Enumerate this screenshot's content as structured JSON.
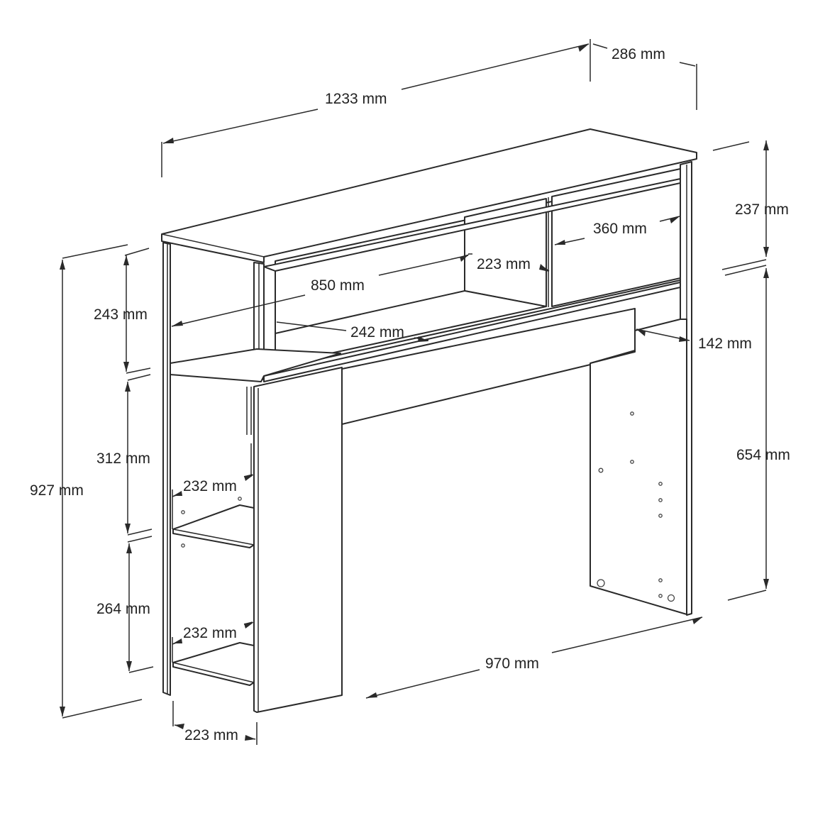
{
  "dimensions": {
    "overall_width": "1233 mm",
    "depth": "286 mm",
    "top_section_height": "237 mm",
    "lower_section_height": "654 mm",
    "total_height": "927 mm",
    "top_shelf_height": "243 mm",
    "middle_shelf_height": "312 mm",
    "bottom_shelf_height": "264 mm",
    "open_compartment_width": "850 mm",
    "compartment_depth_top": "223 mm",
    "right_compartment_width": "360 mm",
    "inner_shelf_depth": "242 mm",
    "back_offset": "142 mm",
    "shelf_depth_upper": "232 mm",
    "shelf_depth_lower": "232 mm",
    "base_depth": "223 mm",
    "desk_width": "970 mm"
  },
  "colors": {
    "line": "#2a2a2a",
    "background": "#ffffff"
  }
}
